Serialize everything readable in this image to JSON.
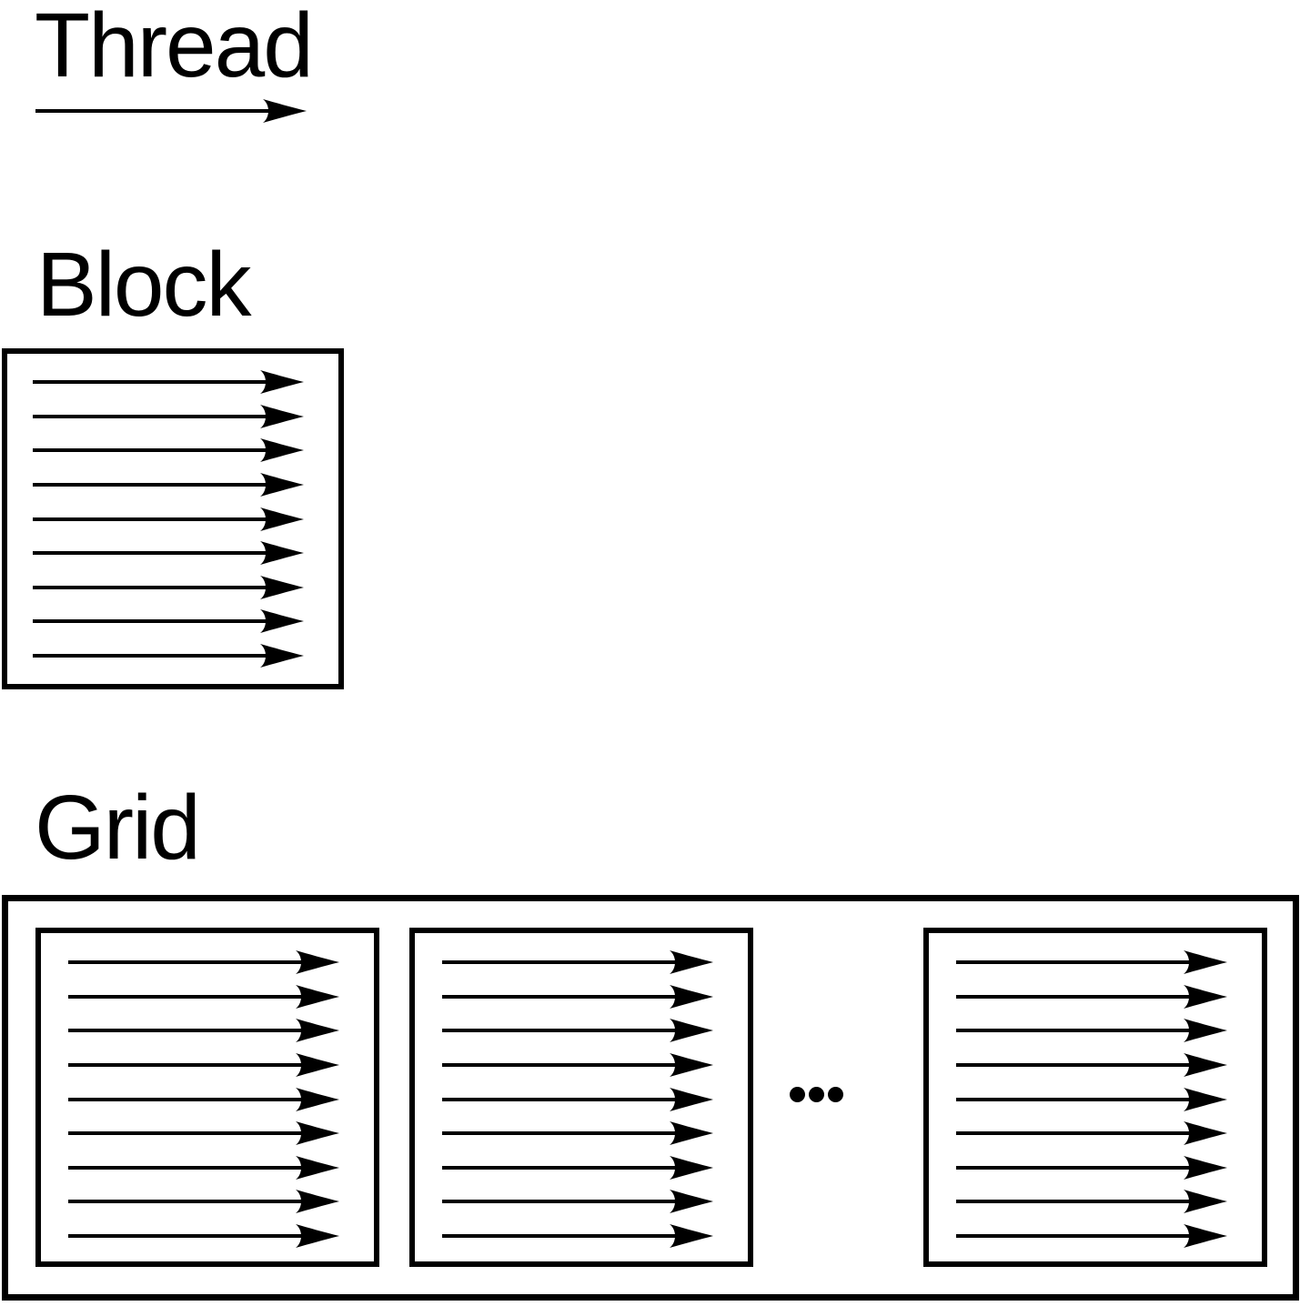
{
  "colors": {
    "ink": "#000000",
    "background": "#ffffff"
  },
  "sections": {
    "thread": {
      "label": "Thread",
      "arrow_count": 1
    },
    "block": {
      "label": "Block",
      "arrow_count": 9
    },
    "grid": {
      "label": "Grid",
      "ellipsis": "...",
      "blocks": [
        {
          "arrow_count": 9
        },
        {
          "arrow_count": 9
        },
        {
          "arrow_count": 9
        }
      ]
    }
  }
}
